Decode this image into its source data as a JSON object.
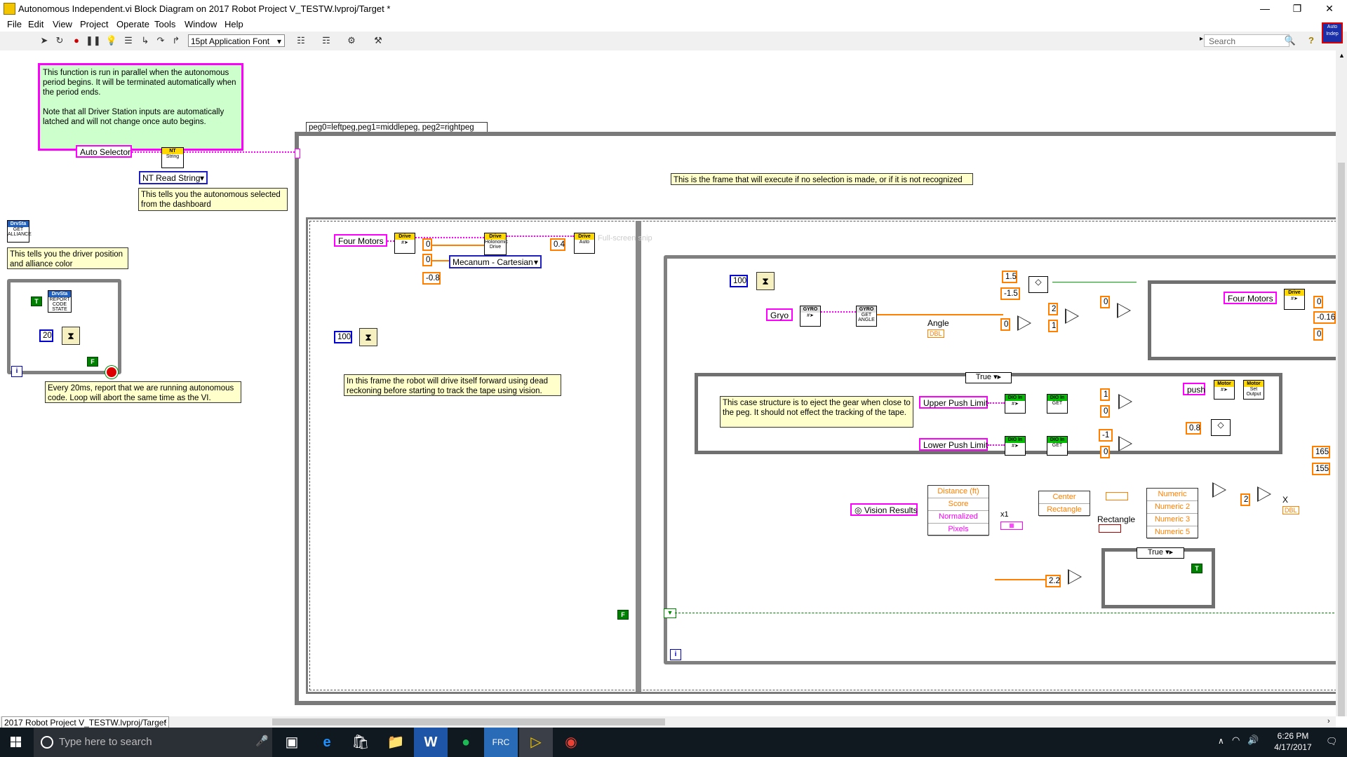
{
  "window": {
    "title": "Autonomous Independent.vi Block Diagram on 2017 Robot Project V_TESTW.lvproj/Target *",
    "minimize": "—",
    "maximize": "❐",
    "close": "✕"
  },
  "menu": [
    "File",
    "Edit",
    "View",
    "Project",
    "Operate",
    "Tools",
    "Window",
    "Help"
  ],
  "toolbar": {
    "font": "15pt Application Font",
    "search_placeholder": "Search",
    "help": "?",
    "vi_icon_label": "Auto Indep"
  },
  "diagram": {
    "green_note": "This function is run in parallel when the autonomous period begins. It will be terminated automatically when the period ends.\n\nNote that all Driver Station inputs are automatically latched and will not change once auto begins.",
    "auto_selector": "Auto Selector",
    "nt_read_string": "NT Read String",
    "nt_comment": "This tells you the autonomous selected from the dashboard",
    "ds_comment": "This tells you the driver position and alliance color",
    "loop_comment": "Every 20ms, report that we are running autonomous code. Loop will abort the same time as the VI.",
    "loop_wait": "20",
    "case_label": "peg0=leftpeg,peg1=middlepeg, peg2=rightpeg",
    "default_frame_comment": "This is the frame that will execute if no selection is made, or if it is not recognized",
    "four_motors": "Four Motors",
    "drive_zero1": "0",
    "drive_zero2": "0",
    "drive_neg": "-0.8",
    "drive_04": "0.4",
    "mecanum": "Mecanum - Cartesian",
    "wait100": "100",
    "frame1_comment": "In this frame the robot will drive itself forward using dead reckoning before starting to track the tape using vision.",
    "wait100b": "100",
    "gyro": "Gryo",
    "angle": "Angle",
    "n15": "1.5",
    "nneg15": "-1.5",
    "n0a": "0",
    "n2": "2",
    "n1": "1",
    "n0b": "0",
    "case_true": "True",
    "case_comment": "This case structure is to eject  the gear when close to the peg. It should not effect the tracking of the tape.",
    "upper_push": "Upper Push Limit",
    "lower_push": "Lower Push Limit",
    "push": "push",
    "p1": "1",
    "p0a": "0",
    "pneg1": "-1",
    "p0b": "0",
    "p08": "0.8",
    "four_motors2": "Four Motors",
    "r0a": "0",
    "rneg016": "-0.16",
    "r0b": "0",
    "vision_results": "Vision Results",
    "unbundle": [
      "Distance (ft)",
      "Score",
      "Normalized",
      "Pixels"
    ],
    "x1": "x1",
    "center": "Center",
    "rectangle": "Rectangle",
    "rectangle_lbl": "Rectangle",
    "numeric": [
      "Numeric",
      "Numeric 2",
      "Numeric 3",
      "Numeric 5"
    ],
    "n2b": "2",
    "x_lbl": "X",
    "n165": "165",
    "n155": "155",
    "n22": "2.2",
    "case_true2": "True",
    "dbl": "DBL",
    "ghost_text": "Full-screen snip"
  },
  "statusbar": {
    "project_path": "2017 Robot Project V_TESTW.lvproj/Target"
  },
  "taskbar": {
    "search_placeholder": "Type here to search",
    "time": "6:26 PM",
    "date": "4/17/2017"
  }
}
